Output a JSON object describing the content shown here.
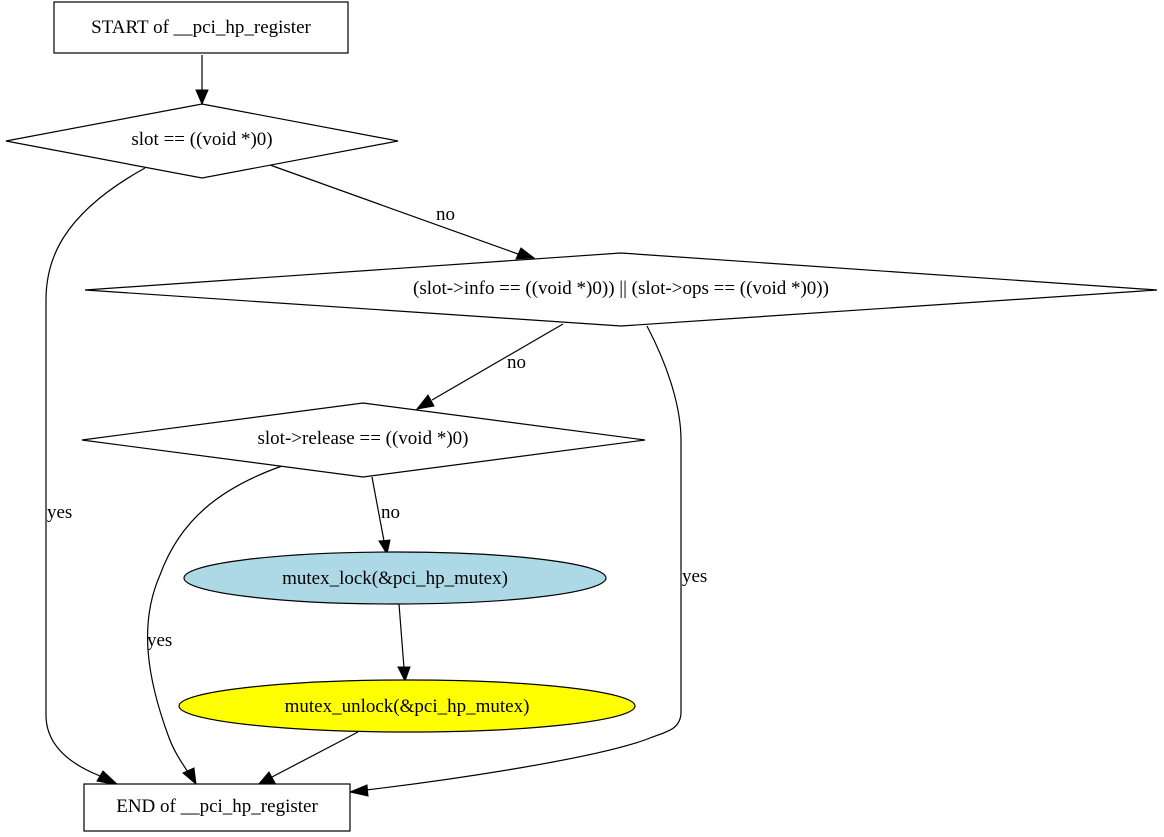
{
  "nodes": {
    "start": {
      "label": "START of __pci_hp_register"
    },
    "cond_slot_null": {
      "label": "slot == ((void *)0)"
    },
    "cond_info_ops": {
      "label": "(slot->info == ((void *)0)) || (slot->ops == ((void *)0))"
    },
    "cond_release": {
      "label": "slot->release == ((void *)0)"
    },
    "mutex_lock": {
      "label": "mutex_lock(&pci_hp_mutex)",
      "fill": "#add8e6"
    },
    "mutex_unlock": {
      "label": "mutex_unlock(&pci_hp_mutex)",
      "fill": "#ffff00"
    },
    "end": {
      "label": "END of __pci_hp_register"
    }
  },
  "edges": {
    "start_to_slot": {
      "label": ""
    },
    "slot_no": {
      "label": "no"
    },
    "slot_yes": {
      "label": "yes"
    },
    "infoops_no": {
      "label": "no"
    },
    "infoops_yes": {
      "label": "yes"
    },
    "release_no": {
      "label": "no"
    },
    "release_yes": {
      "label": "yes"
    },
    "lock_to_unlock": {
      "label": ""
    },
    "unlock_to_end": {
      "label": ""
    }
  }
}
